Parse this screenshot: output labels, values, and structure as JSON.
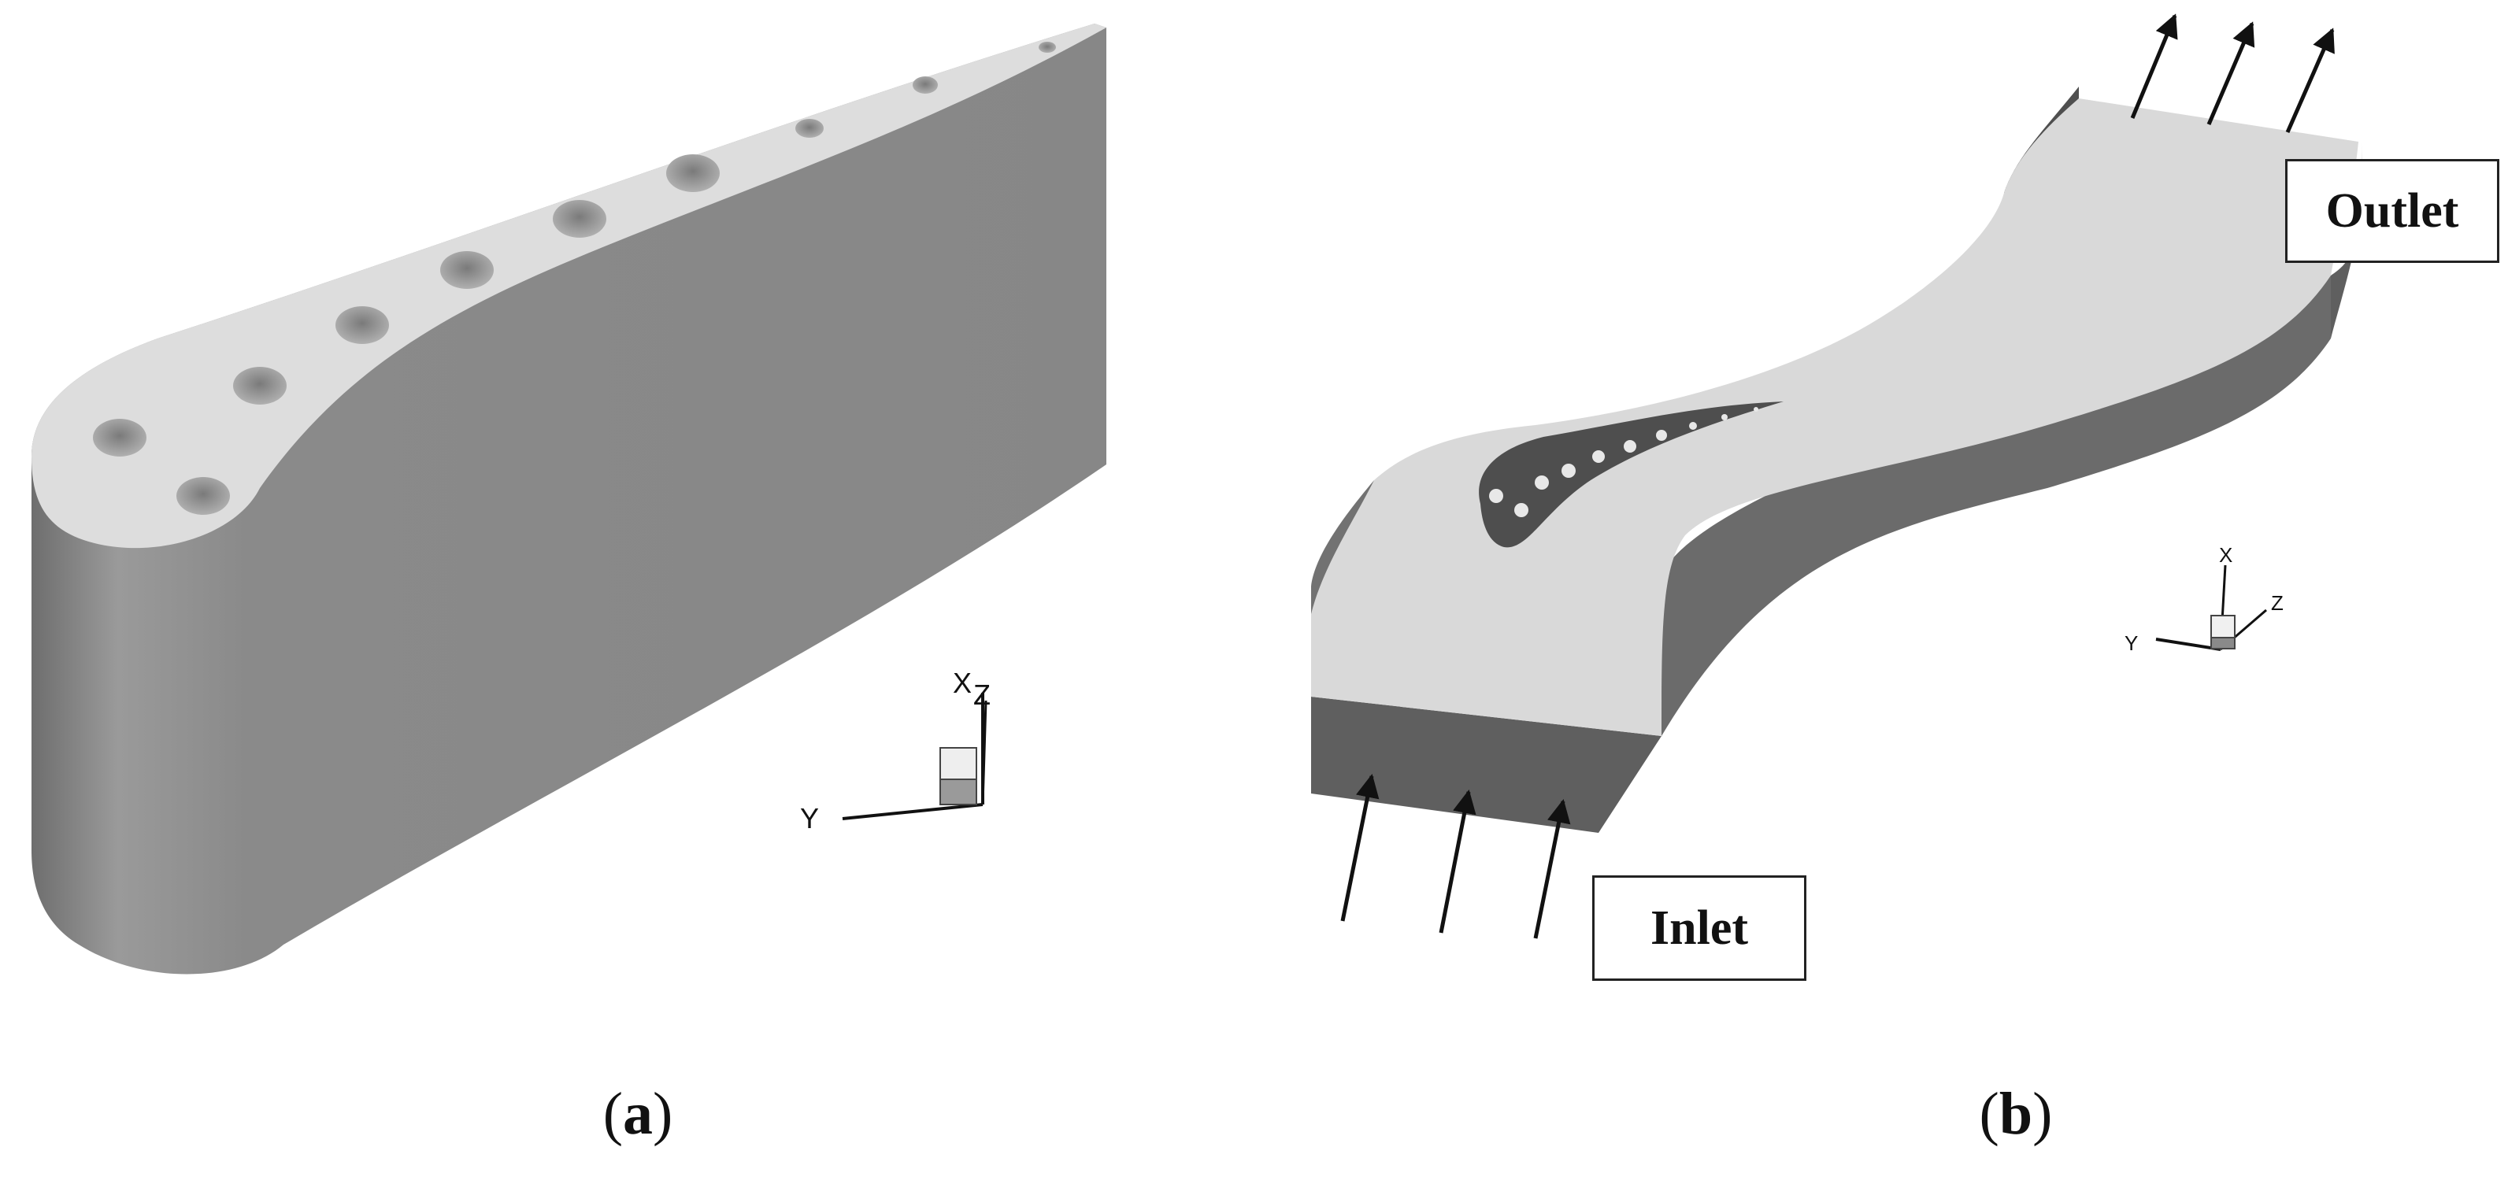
{
  "panels": {
    "a": {
      "caption_open": "(",
      "caption_letter": "a",
      "caption_close": ")",
      "axes": {
        "x": "X",
        "y": "Y",
        "z": "Z"
      }
    },
    "b": {
      "caption_open": "(",
      "caption_letter": "b",
      "caption_close": ")",
      "inlet": "Inlet",
      "outlet": "Outlet",
      "axes": {
        "x": "X",
        "y": "Y",
        "z": "Z"
      }
    }
  },
  "colors": {
    "blade_side": "#8c8c8c",
    "blade_top": "#dcdcdc",
    "channel_top": "#d9d9d9",
    "channel_wall": "#6b6b6b",
    "hole": "#9a9a9a"
  }
}
